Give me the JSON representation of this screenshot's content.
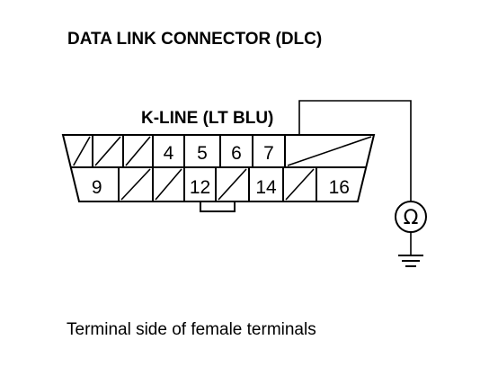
{
  "title": "DATA LINK CONNECTOR (DLC)",
  "wire_label": "K-LINE (LT BLU)",
  "meter_symbol": "Ω",
  "caption": "Terminal side of female terminals",
  "connector": {
    "top_row": [
      {
        "label": "",
        "blank": true
      },
      {
        "label": "",
        "blank": true
      },
      {
        "label": "",
        "blank": true
      },
      {
        "label": "4",
        "blank": false
      },
      {
        "label": "5",
        "blank": false
      },
      {
        "label": "6",
        "blank": false
      },
      {
        "label": "7",
        "blank": false
      },
      {
        "label": "",
        "blank": true
      }
    ],
    "bottom_row": [
      {
        "label": "9",
        "blank": false
      },
      {
        "label": "",
        "blank": true
      },
      {
        "label": "",
        "blank": true
      },
      {
        "label": "12",
        "blank": false
      },
      {
        "label": "",
        "blank": true
      },
      {
        "label": "14",
        "blank": false
      },
      {
        "label": "",
        "blank": true
      },
      {
        "label": "16",
        "blank": false
      }
    ]
  },
  "icons": {
    "meter": "ohmmeter-icon",
    "ground": "ground-icon"
  }
}
